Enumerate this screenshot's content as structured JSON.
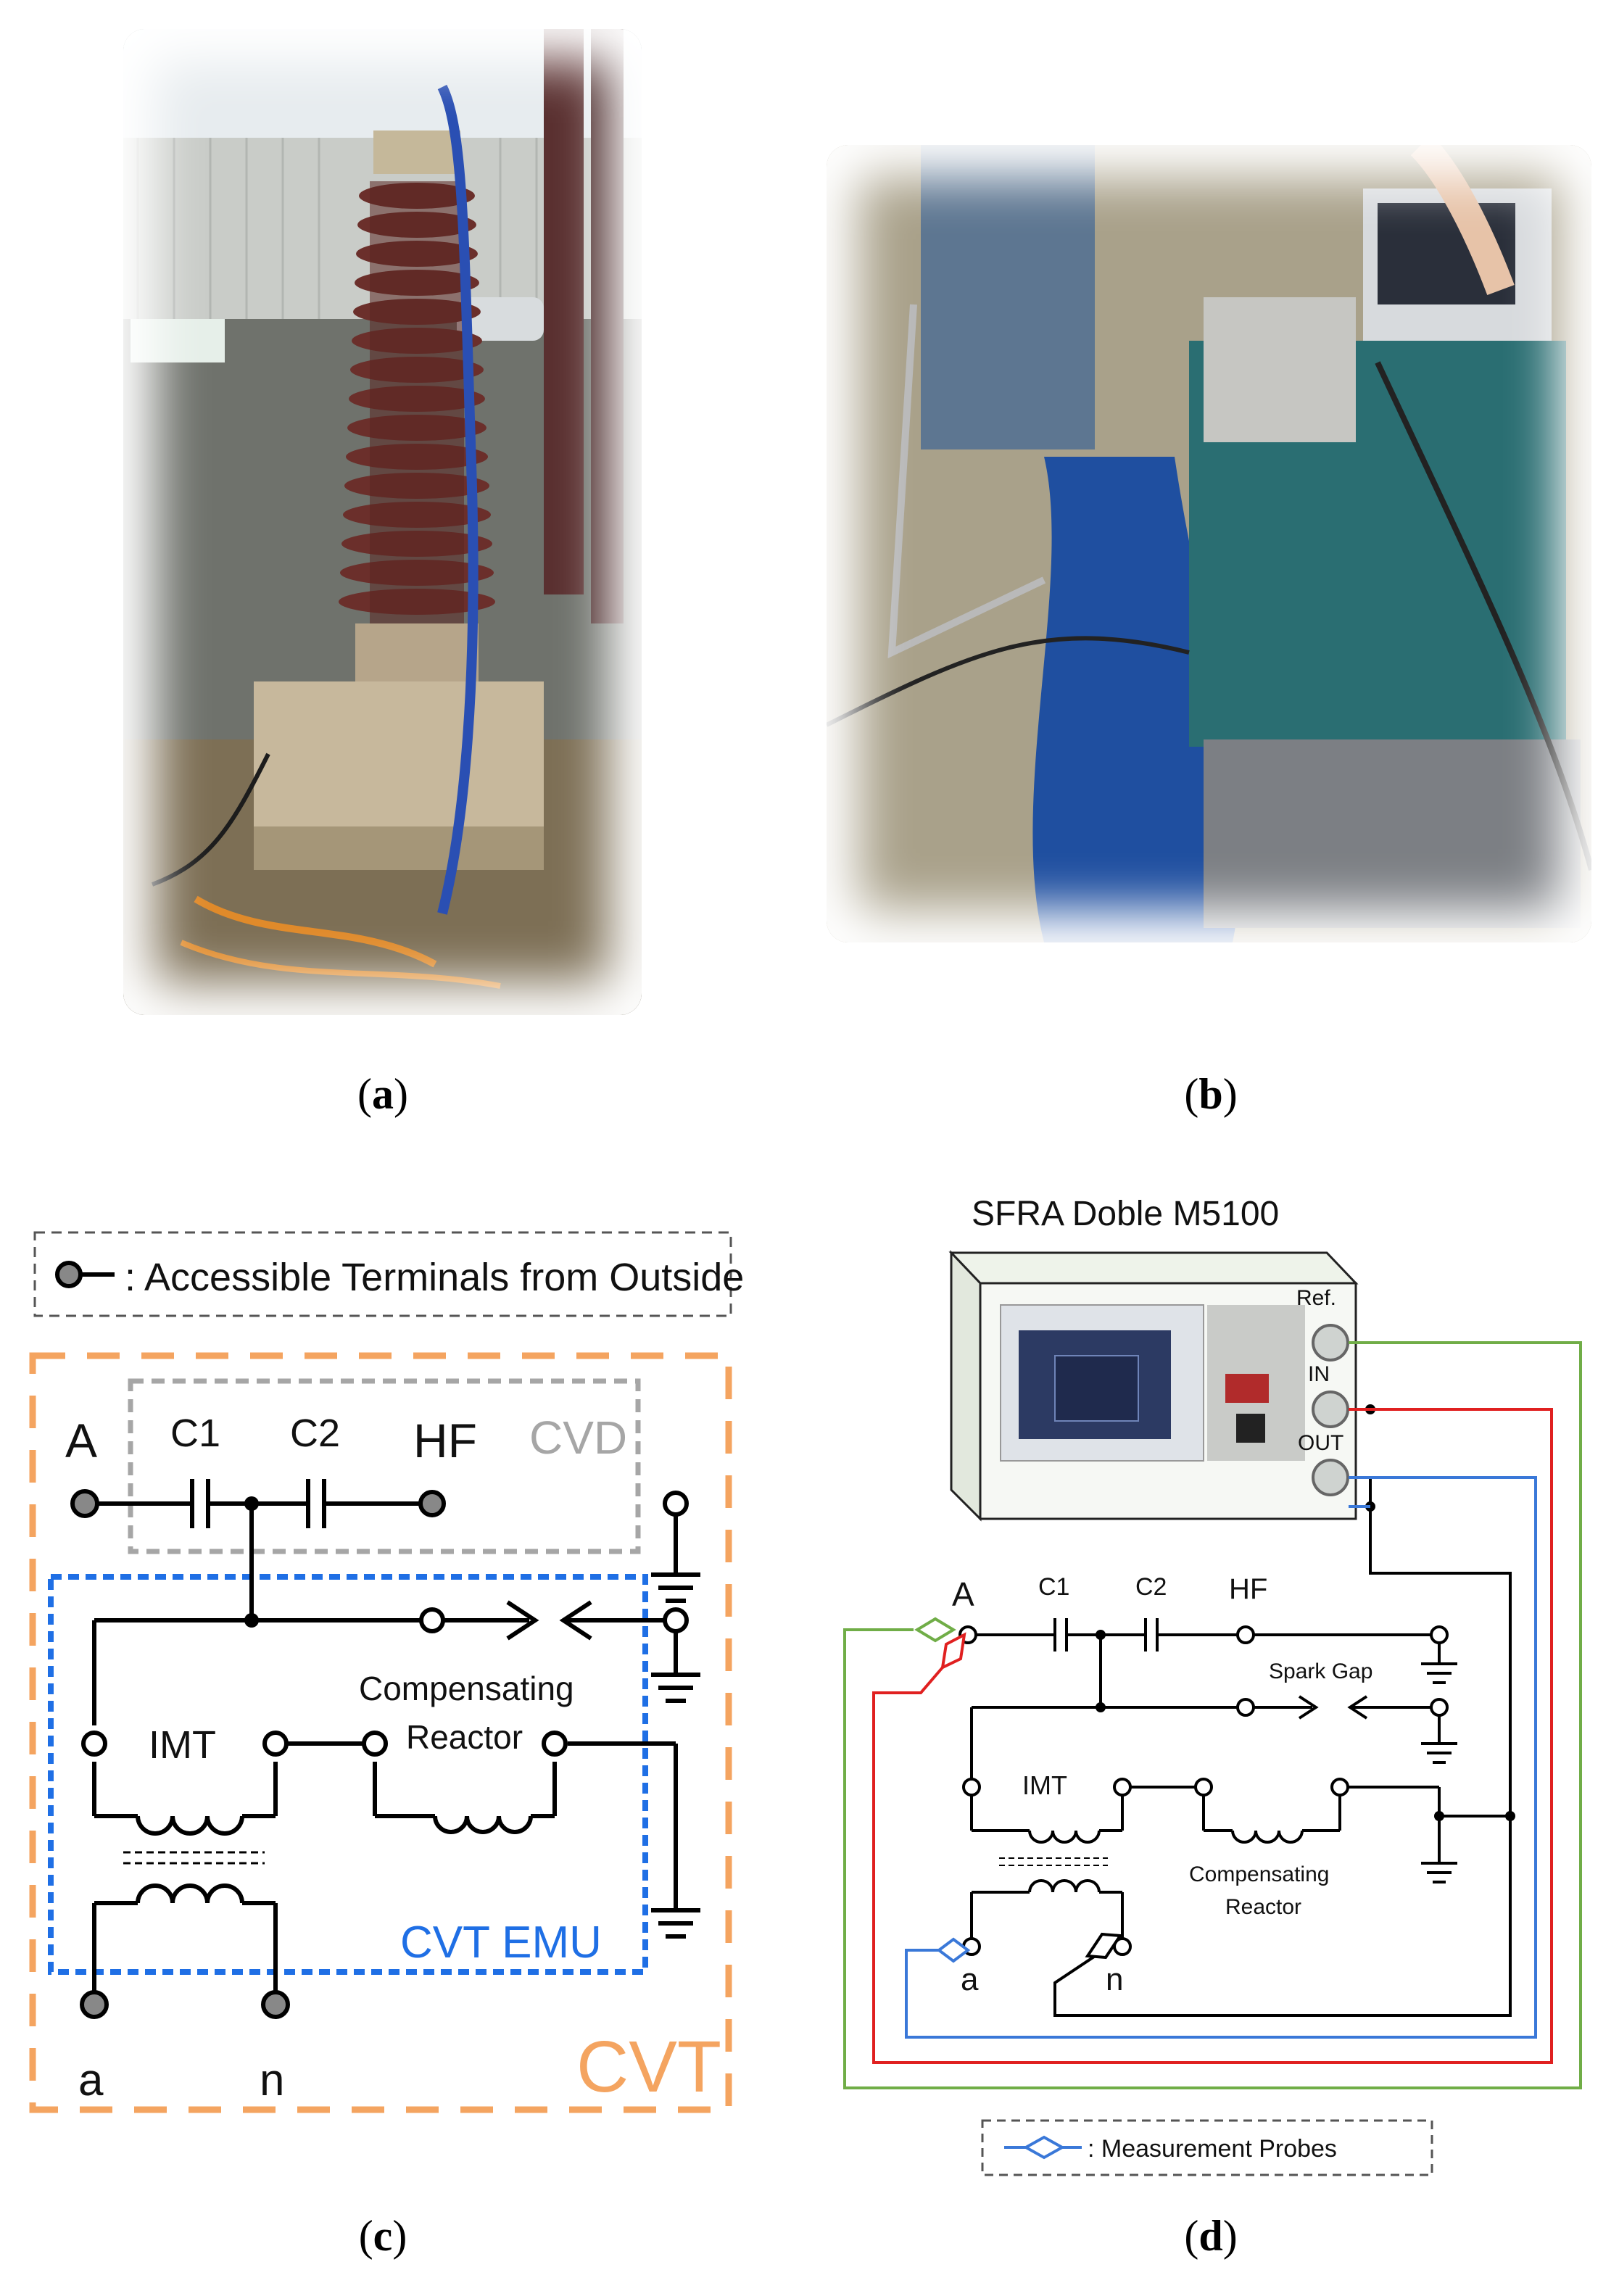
{
  "captions": {
    "a_open": "(",
    "a_letter": "a",
    "a_close": ")",
    "b_open": "(",
    "b_letter": "b",
    "b_close": ")",
    "c_open": "(",
    "c_letter": "c",
    "c_close": ")",
    "d_open": "(",
    "d_letter": "d",
    "d_close": ")"
  },
  "colors": {
    "cvt": "#f4a460",
    "cvd": "#a6a6a6",
    "emu": "#1f6fe5",
    "ref_wire": "#70ad47",
    "in_wire": "#e02020",
    "out_wire": "#3a78d8",
    "probe": "#3a78d8"
  },
  "diagram_c": {
    "legend": ": Accessible Terminals from Outside",
    "terminal_A": "A",
    "cap1": "C1",
    "cap2": "C2",
    "terminal_HF": "HF",
    "cvd_label": "CVD",
    "imt_label": "IMT",
    "reactor_line1": "Compensating",
    "reactor_line2": "Reactor",
    "emu_label": "CVT EMU",
    "terminal_a": "a",
    "terminal_n": "n",
    "cvt_label": "CVT"
  },
  "diagram_d": {
    "device_title": "SFRA Doble M5100",
    "port_ref": "Ref.",
    "port_in": "IN",
    "port_out": "OUT",
    "terminal_A": "A",
    "cap1": "C1",
    "cap2": "C2",
    "terminal_HF": "HF",
    "spark_gap": "Spark Gap",
    "imt_label": "IMT",
    "reactor_line1": "Compensating",
    "reactor_line2": "Reactor",
    "terminal_a": "a",
    "terminal_n": "n",
    "legend": ": Measurement Probes"
  }
}
